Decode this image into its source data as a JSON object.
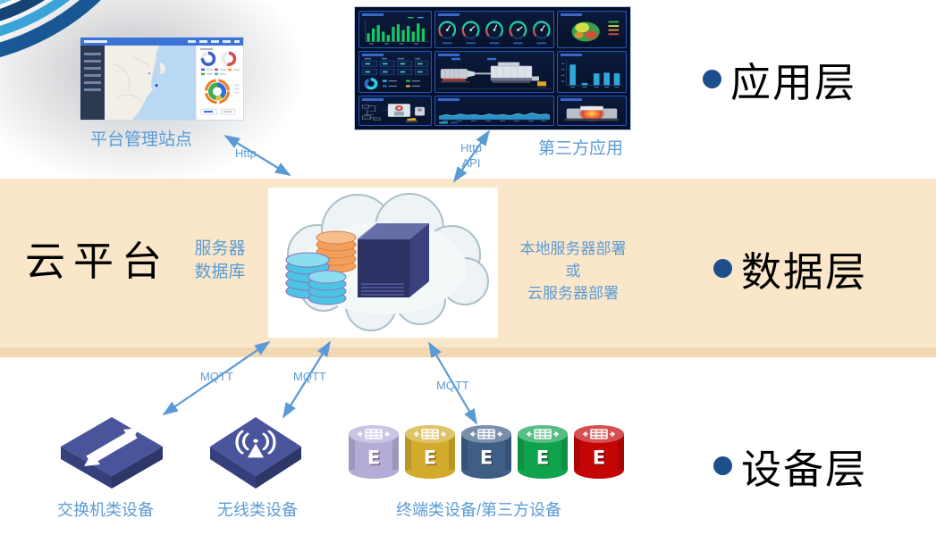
{
  "layers": {
    "application": "应用层",
    "data": "数据层",
    "device": "设备层"
  },
  "cloud": {
    "title": "云平台",
    "server_caption": [
      "服务器",
      "数据库"
    ],
    "deploy_caption": [
      "本地服务器部署",
      "或",
      "云服务器部署"
    ]
  },
  "apps": {
    "platform_site": "平台管理站点",
    "third_party": "第三方应用"
  },
  "connections": {
    "http": "Http",
    "http_api": [
      "Http",
      "API"
    ],
    "mqtt": "MQTT"
  },
  "devices": {
    "switch": "交换机类设备",
    "wireless": "无线类设备",
    "terminal": "终端类设备/第三方设备"
  },
  "colors": {
    "band": "#fae7ca",
    "accent_blue": "#5b9bd5",
    "bullet": "#1d4e8c",
    "device_body": "#4a549b",
    "cylinders": [
      "#b5abd7",
      "#d2aa2c",
      "#3f5e86",
      "#0fa34e",
      "#c30505"
    ]
  }
}
